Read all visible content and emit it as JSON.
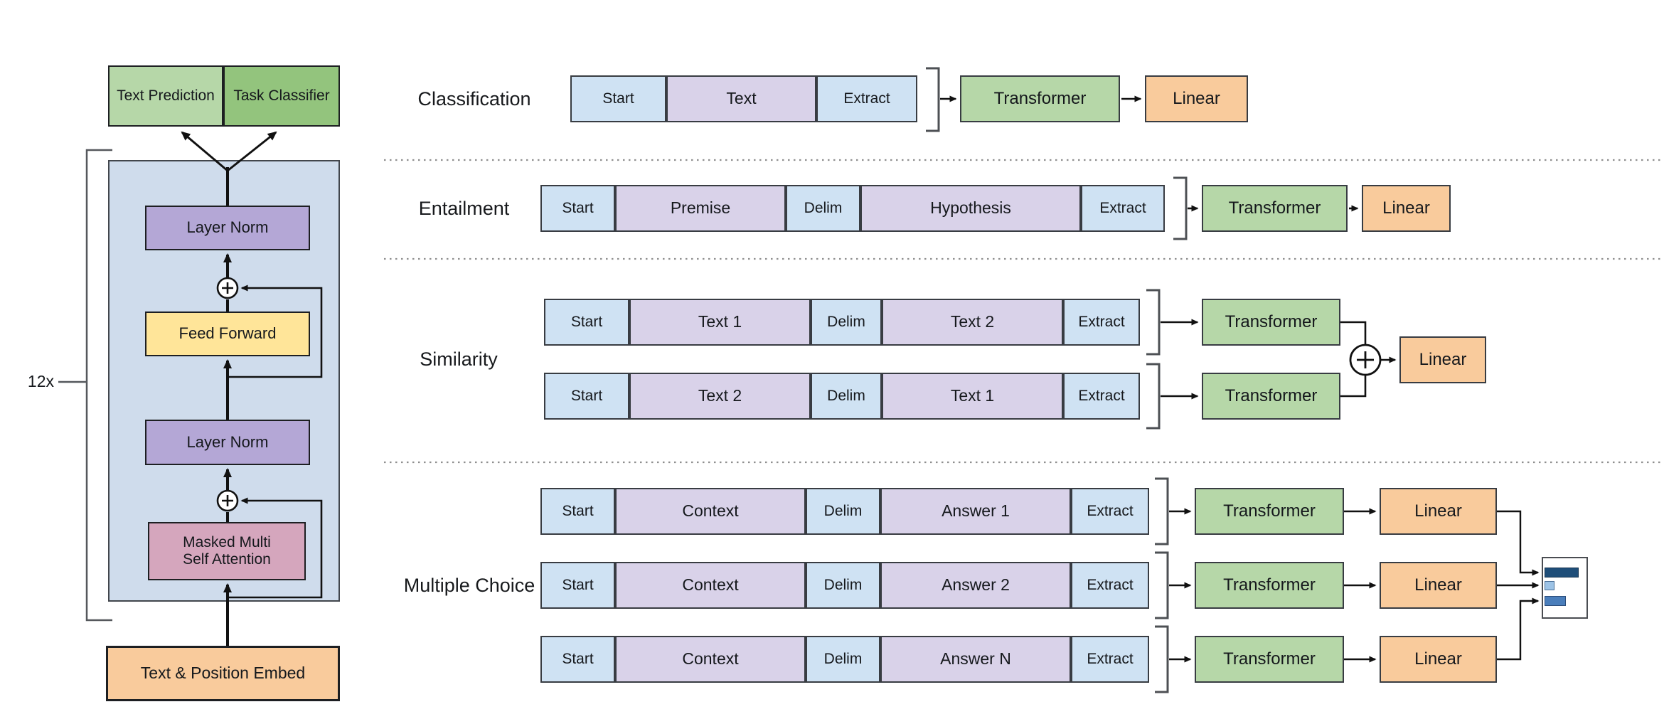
{
  "left_diagram": {
    "repeat_label": "12x",
    "head": {
      "text_prediction": "Text Prediction",
      "task_classifier": "Task Classifier"
    },
    "blocks": {
      "layer_norm_top": "Layer Norm",
      "feed_forward": "Feed Forward",
      "layer_norm_mid": "Layer Norm",
      "attention_line1": "Masked Multi",
      "attention_line2": "Self Attention",
      "embed": "Text & Position Embed"
    }
  },
  "sections": {
    "classification": {
      "label": "Classification",
      "tokens": {
        "start": "Start",
        "text": "Text",
        "extract": "Extract"
      },
      "transformer": "Transformer",
      "linear": "Linear"
    },
    "entailment": {
      "label": "Entailment",
      "tokens": {
        "start": "Start",
        "premise": "Premise",
        "delim": "Delim",
        "hypothesis": "Hypothesis",
        "extract": "Extract"
      },
      "transformer": "Transformer",
      "linear": "Linear"
    },
    "similarity": {
      "label": "Similarity",
      "row1": {
        "start": "Start",
        "a": "Text 1",
        "delim": "Delim",
        "b": "Text 2",
        "extract": "Extract"
      },
      "row2": {
        "start": "Start",
        "a": "Text 2",
        "delim": "Delim",
        "b": "Text 1",
        "extract": "Extract"
      },
      "transformer1": "Transformer",
      "transformer2": "Transformer",
      "linear": "Linear"
    },
    "multiple_choice": {
      "label": "Multiple Choice",
      "rows": [
        {
          "start": "Start",
          "context": "Context",
          "delim": "Delim",
          "answer": "Answer 1",
          "extract": "Extract",
          "transformer": "Transformer",
          "linear": "Linear"
        },
        {
          "start": "Start",
          "context": "Context",
          "delim": "Delim",
          "answer": "Answer 2",
          "extract": "Extract",
          "transformer": "Transformer",
          "linear": "Linear"
        },
        {
          "start": "Start",
          "context": "Context",
          "delim": "Delim",
          "answer": "Answer N",
          "extract": "Extract",
          "transformer": "Transformer",
          "linear": "Linear"
        }
      ]
    }
  },
  "colors": {
    "token_blue": "#cfe2f3",
    "token_purple": "#d9d2e9",
    "transformer_green": "#b6d7a8",
    "task_classifier_green": "#93c47d",
    "linear_orange": "#f9cb9c",
    "layer_norm_purple": "#b4a7d6",
    "feed_forward_yellow": "#ffe599",
    "attention_pink": "#d5a6bd",
    "container_blue": "#cfdcec",
    "bar_dark_blue": "#1f4e79",
    "bar_light_blue": "#9dc3e6",
    "bar_mid_blue": "#4a7ebb"
  }
}
